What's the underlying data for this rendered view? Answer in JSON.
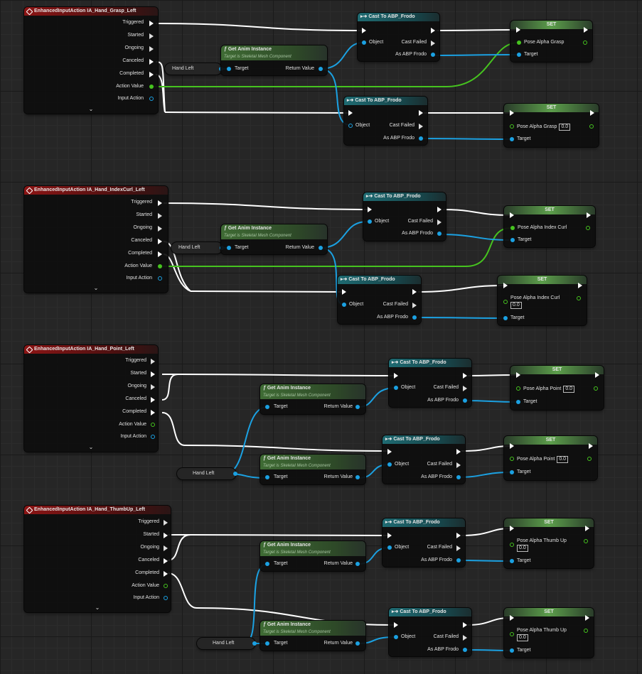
{
  "labels": {
    "triggered": "Triggered",
    "started": "Started",
    "ongoing": "Ongoing",
    "canceled": "Canceled",
    "completed": "Completed",
    "action_value": "Action Value",
    "input_action": "Input Action",
    "object": "Object",
    "cast_failed": "Cast Failed",
    "as_abp_frodo": "As ABP Frodo",
    "target": "Target",
    "return_value": "Return Value",
    "set": "SET",
    "cast_title": "Cast To ABP_Frodo",
    "get_anim": "Get Anim Instance",
    "get_anim_sub": "Target is Skeletal Mesh Component",
    "hand_left": "Hand Left",
    "default_value": "0.0",
    "expand": "⌄"
  },
  "events": [
    {
      "title": "EnhancedInputAction IA_Hand_Grasp_Left"
    },
    {
      "title": "EnhancedInputAction IA_Hand_IndexCurl_Left"
    },
    {
      "title": "EnhancedInputAction IA_Hand_Point_Left"
    },
    {
      "title": "EnhancedInputAction IA_Hand_ThumbUp_Left"
    }
  ],
  "set_vars": {
    "grasp": "Pose Alpha Grasp",
    "index": "Pose Alpha Index Curl",
    "point": "Pose Alpha Point",
    "thumb": "Pose Alpha Thumb Up"
  },
  "colors": {
    "exec": "#ffffff",
    "object": "#1ba1e2",
    "float": "#46c31f"
  }
}
